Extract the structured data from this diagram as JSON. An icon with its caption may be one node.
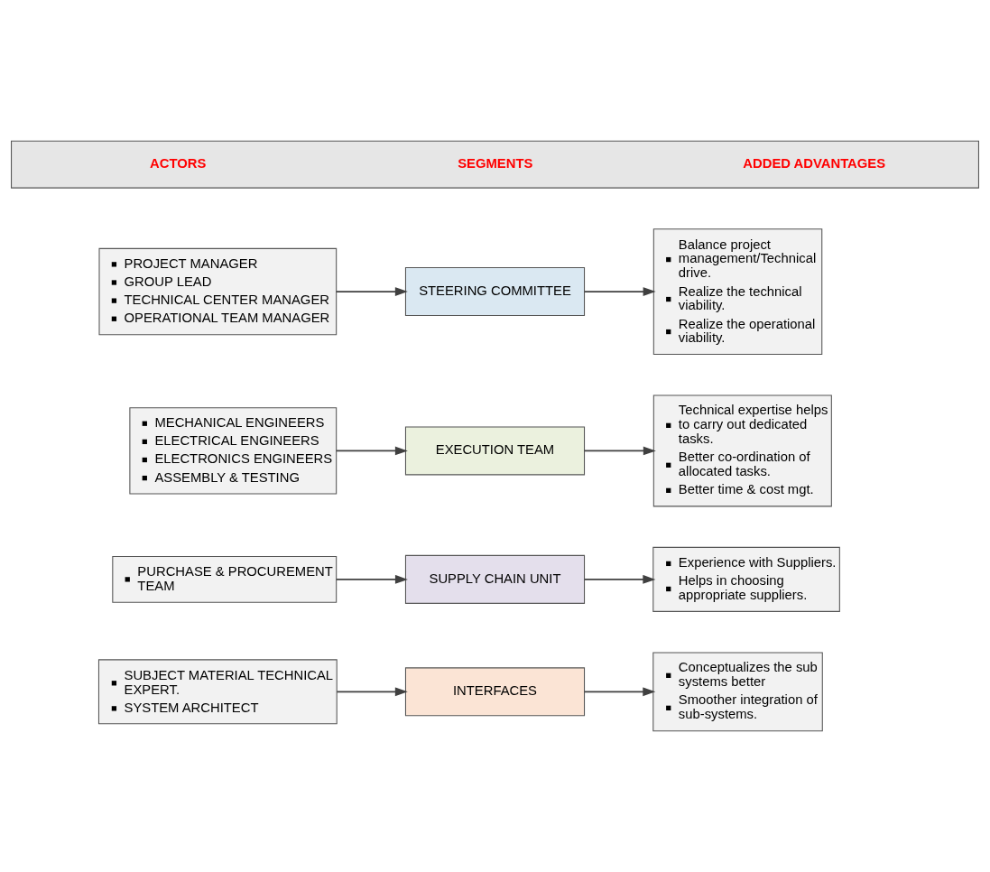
{
  "diagram": {
    "nodes": [
      {
        "text": [
          "ACTORS",
          "SEGMENTS",
          "ADDED ADVANTAGES"
        ]
      },
      {
        "text": [
          "PROJECT MANAGER",
          "GROUP LEAD",
          "TECHNICAL CENTER MANAGER",
          "OPERATIONAL TEAM MANAGER"
        ]
      },
      {
        "text": [
          "STEERING COMMITTEE"
        ]
      },
      {
        "text": [
          "Balance project management/Technical drive.",
          "Realize the technical viability.",
          "Realize the operational viability."
        ]
      },
      {
        "text": [
          "MECHANICAL ENGINEERS",
          "ELECTRICAL ENGINEERS",
          "ELECTRONICS ENGINEERS",
          "ASSEMBLY & TESTING"
        ]
      },
      {
        "text": [
          "EXECUTION TEAM"
        ]
      },
      {
        "text": [
          "Technical expertise helps to carry out dedicated tasks.",
          "Better co-ordination of allocated tasks.",
          "Better time & cost mgt."
        ]
      },
      {
        "text": [
          "PURCHASE & PROCUREMENT TEAM"
        ]
      },
      {
        "text": [
          "SUPPLY CHAIN UNIT"
        ]
      },
      {
        "text": [
          "Experience with Suppliers.",
          "Helps in choosing appropriate suppliers."
        ]
      },
      {
        "text": [
          "SUBJECT MATERIAL TECHNICAL EXPERT.",
          "SYSTEM ARCHITECT"
        ]
      },
      {
        "text": [
          "INTERFACES"
        ]
      },
      {
        "text": [
          "Conceptualizes the sub systems better",
          "Smoother integration of sub-systems."
        ]
      }
    ],
    "edges": [
      {
        "from": 1,
        "to": 2,
        "arrow": "to"
      },
      {
        "from": 2,
        "to": 3,
        "arrow": "to"
      },
      {
        "from": 4,
        "to": 5,
        "arrow": "to"
      },
      {
        "from": 5,
        "to": 6,
        "arrow": "to"
      },
      {
        "from": 7,
        "to": 8,
        "arrow": "to"
      },
      {
        "from": 8,
        "to": 9,
        "arrow": "to"
      },
      {
        "from": 10,
        "to": 11,
        "arrow": "to"
      },
      {
        "from": 11,
        "to": 12,
        "arrow": "to"
      }
    ]
  }
}
